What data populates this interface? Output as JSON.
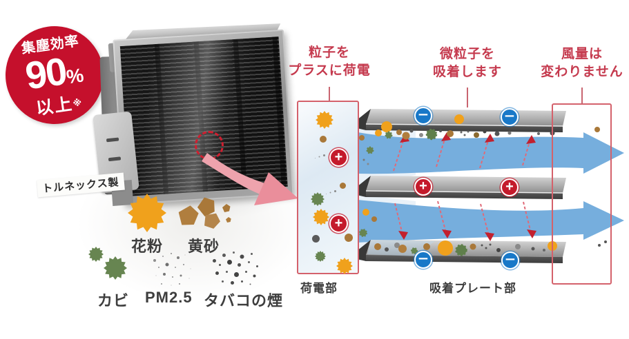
{
  "badge": {
    "top_text": "集塵効率",
    "value": "90",
    "unit": "%",
    "bottom_text": "以上",
    "note_mark": "※"
  },
  "filter_unit": {
    "maker_label": "トルネックス製"
  },
  "pollutants": {
    "pollen_label": "花粉",
    "sand_label": "黄砂",
    "mold_label": "カビ",
    "pm25_label": "PM2.5",
    "smoke_label": "タバコの煙"
  },
  "callouts": {
    "charge": {
      "line1": "粒子を",
      "line2": "プラスに荷電"
    },
    "adsorb": {
      "line1": "微粒子を",
      "line2": "吸着します"
    },
    "airflow": {
      "line1": "風量は",
      "line2": "変わりません"
    }
  },
  "sections": {
    "charging_label": "荷電部",
    "adsorption_label": "吸着プレート部"
  },
  "symbols": {
    "plus": "+",
    "minus": "−"
  },
  "colors": {
    "badge_red": "#c5102c",
    "callout_red": "#c53a4e",
    "frame_red": "#d4616b",
    "airflow_blue": "#76aedd",
    "plus_red": "#c41a2b",
    "minus_blue": "#1878c8",
    "pollen_orange": "#f0a11c",
    "sand_brown": "#ae7c3d",
    "mold_green": "#678551",
    "pm25_gray": "#8e8e8e",
    "smoke_gray": "#4e4e4e"
  }
}
